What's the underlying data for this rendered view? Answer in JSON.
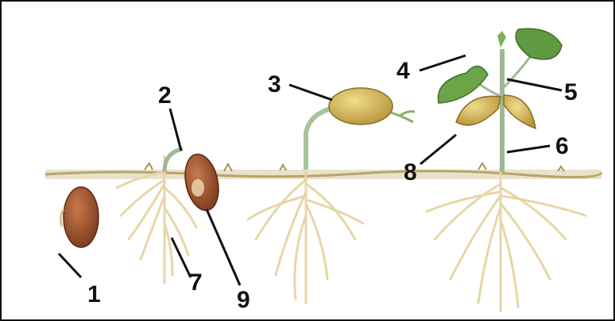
{
  "diagram": {
    "labels": [
      "1",
      "2",
      "3",
      "4",
      "5",
      "6",
      "7",
      "8",
      "9"
    ],
    "colors": {
      "border": "#111111",
      "label": "#111111",
      "soil": "#c9b982",
      "seed": "#8b4a2a",
      "root": "#e7d6a8",
      "stem": "#9fb894",
      "cotyledon": "#c9a94a",
      "leaf": "#5f9940"
    }
  }
}
